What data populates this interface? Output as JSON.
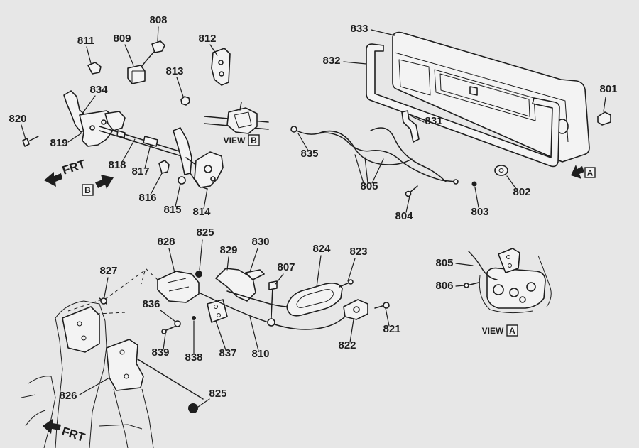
{
  "colors": {
    "background": "#e7e7e7",
    "ink": "#1e1e1e",
    "part_fill": "#f3f3f3"
  },
  "hinge_detail": {
    "callouts": {
      "c808": "808",
      "c811": "811",
      "c809": "809",
      "c812": "812",
      "c813": "813",
      "c834": "834",
      "c820": "820",
      "c819": "819",
      "c818": "818",
      "c817": "817",
      "c816": "816",
      "c815": "815",
      "c814": "814"
    },
    "view_b": {
      "label": "VIEW",
      "letter": "B"
    },
    "direction": {
      "frt": "FRT",
      "view_marker": "B"
    }
  },
  "tailgate": {
    "callouts": {
      "c833": "833",
      "c832": "832",
      "c801": "801",
      "c831": "831",
      "c835": "835",
      "c805": "805",
      "c802": "802",
      "c804": "804",
      "c803": "803"
    },
    "view_marker": "A"
  },
  "handle_detail": {
    "callouts": {
      "c825a": "825",
      "c828": "828",
      "c829": "829",
      "c830": "830",
      "c824": "824",
      "c823": "823",
      "c807": "807",
      "c827": "827",
      "c836": "836",
      "c839": "839",
      "c838": "838",
      "c837": "837",
      "c810": "810",
      "c822": "822",
      "c821": "821",
      "c826": "826",
      "c825b": "825"
    },
    "direction": {
      "frt": "FRT"
    }
  },
  "view_a": {
    "callouts": {
      "c805": "805",
      "c806": "806"
    },
    "label": "VIEW",
    "letter": "A"
  }
}
